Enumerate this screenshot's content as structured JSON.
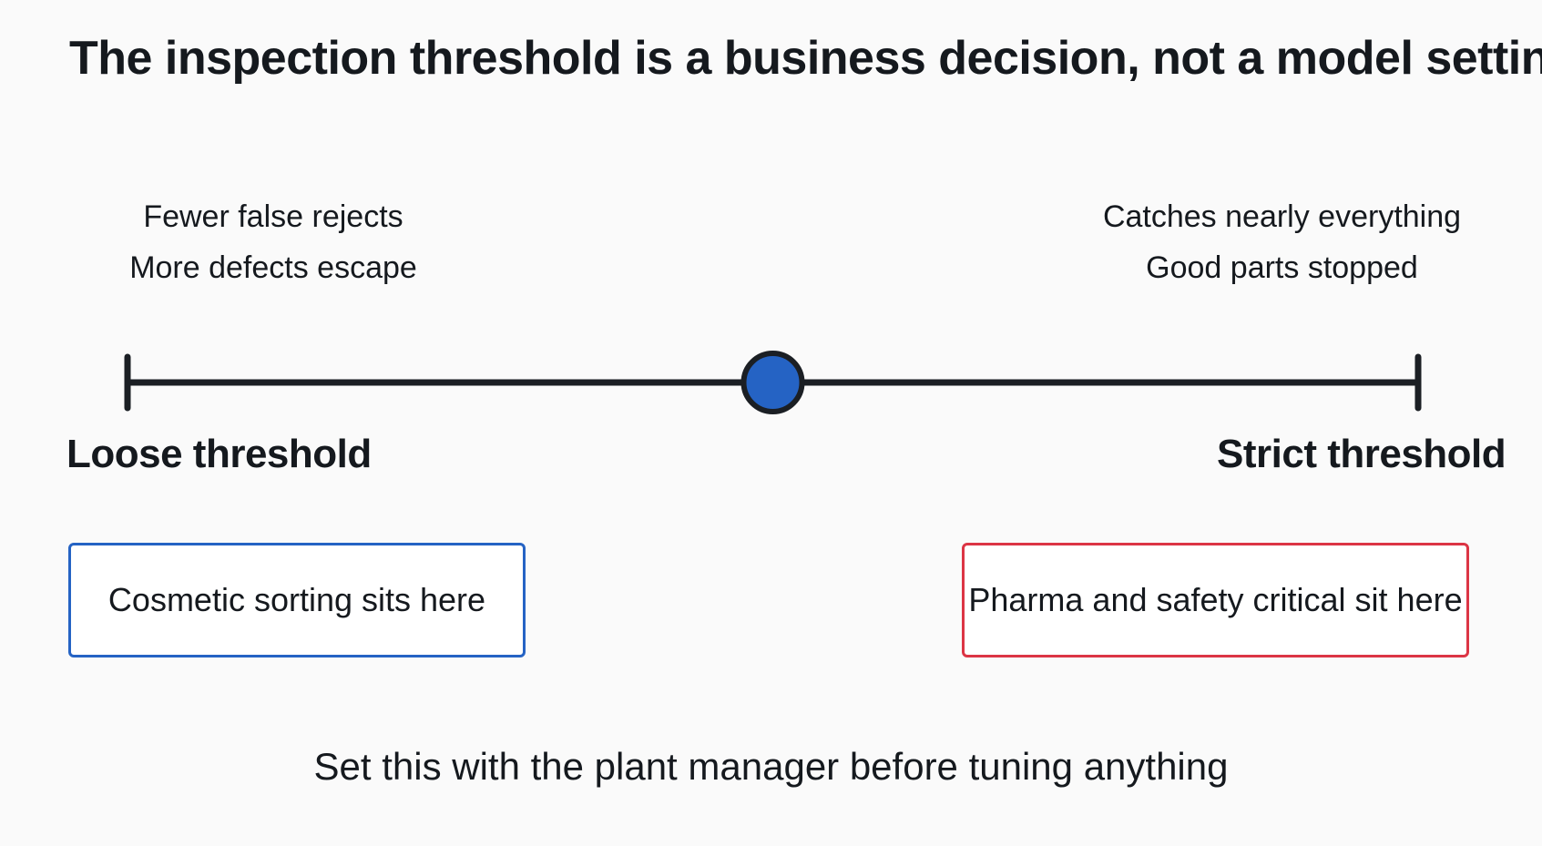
{
  "title": "The inspection threshold is a business decision, not a model setting",
  "left_tradeoffs": {
    "line1": "Fewer false rejects",
    "line2": "More defects escape"
  },
  "right_tradeoffs": {
    "line1": "Catches nearly everything",
    "line2": "Good parts stopped"
  },
  "scale": {
    "left_label": "Loose threshold",
    "right_label": "Strict threshold",
    "marker_position": 0.5,
    "line_color": "#1b1f24",
    "marker_color": "#2563c4"
  },
  "zones": {
    "left": {
      "label": "Cosmetic sorting sits here",
      "color": "#2563c4"
    },
    "right": {
      "label": "Pharma and safety critical sit here",
      "color": "#dc3545"
    }
  },
  "footer": "Set this with the plant manager before tuning anything"
}
